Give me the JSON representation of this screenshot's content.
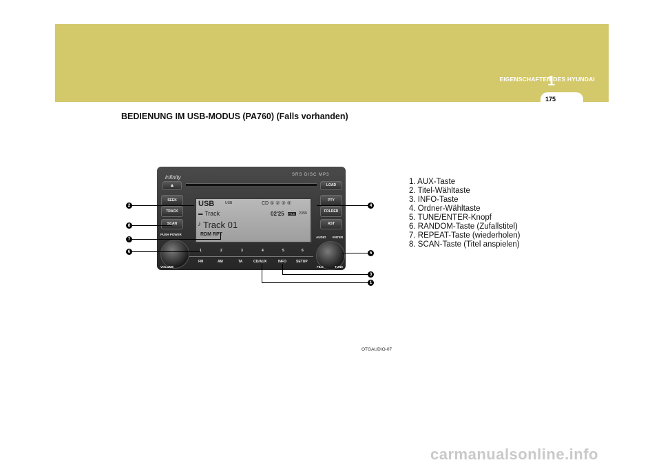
{
  "header": {
    "title": "EIGENSCHAFTEN DES HYUNDAI",
    "chapter": "1",
    "page": "175"
  },
  "section_title": "BEDIENUNG IM USB-MODUS (PA760) (Falls vorhanden)",
  "legend": [
    "1. AUX-Taste",
    "2. Titel-Wähltaste",
    "3. INFO-Taste",
    "4. Ordner-Wähltaste",
    "5. TUNE/ENTER-Knopf",
    "6. RANDOM-Taste (Zufallstitel)",
    "7. REPEAT-Taste (wiederholen)",
    "8. SCAN-Taste (Titel anspielen)"
  ],
  "figure_caption": "OTGAUDIO-07",
  "watermark": "carmanualsonline.info",
  "radio": {
    "brand": "infinity",
    "logos": "SRS  DISC  MP3",
    "lcd": {
      "mode": "USB",
      "small_mode": "USB",
      "folder": "Track",
      "track": "Track 01",
      "time": "02'25",
      "file": "FILE",
      "count": "2355",
      "flags": "RDM   RPT",
      "discs": "CD ① ② ③   ⑤"
    },
    "left_buttons": [
      "SEEK",
      "TRACK",
      "SCAN"
    ],
    "right_buttons": [
      "LOAD",
      "PTY",
      "FOLDER",
      "AST"
    ],
    "eject": "▲",
    "push_power": "PUSH POWER",
    "volume": "VOLUME",
    "audio": "AUDIO",
    "enter": "ENTER",
    "file": "FILE",
    "tune": "TUNE",
    "number_keys": [
      "1",
      "2",
      "3",
      "4",
      "5",
      "6"
    ],
    "bottom_keys": [
      "FM",
      "AM",
      "TA",
      "CD/AUX",
      "INFO",
      "SETUP"
    ]
  },
  "callouts": {
    "c1": "1",
    "c2": "2",
    "c3": "3",
    "c4": "4",
    "c5": "5",
    "c6": "6",
    "c7": "7",
    "c8": "8"
  }
}
